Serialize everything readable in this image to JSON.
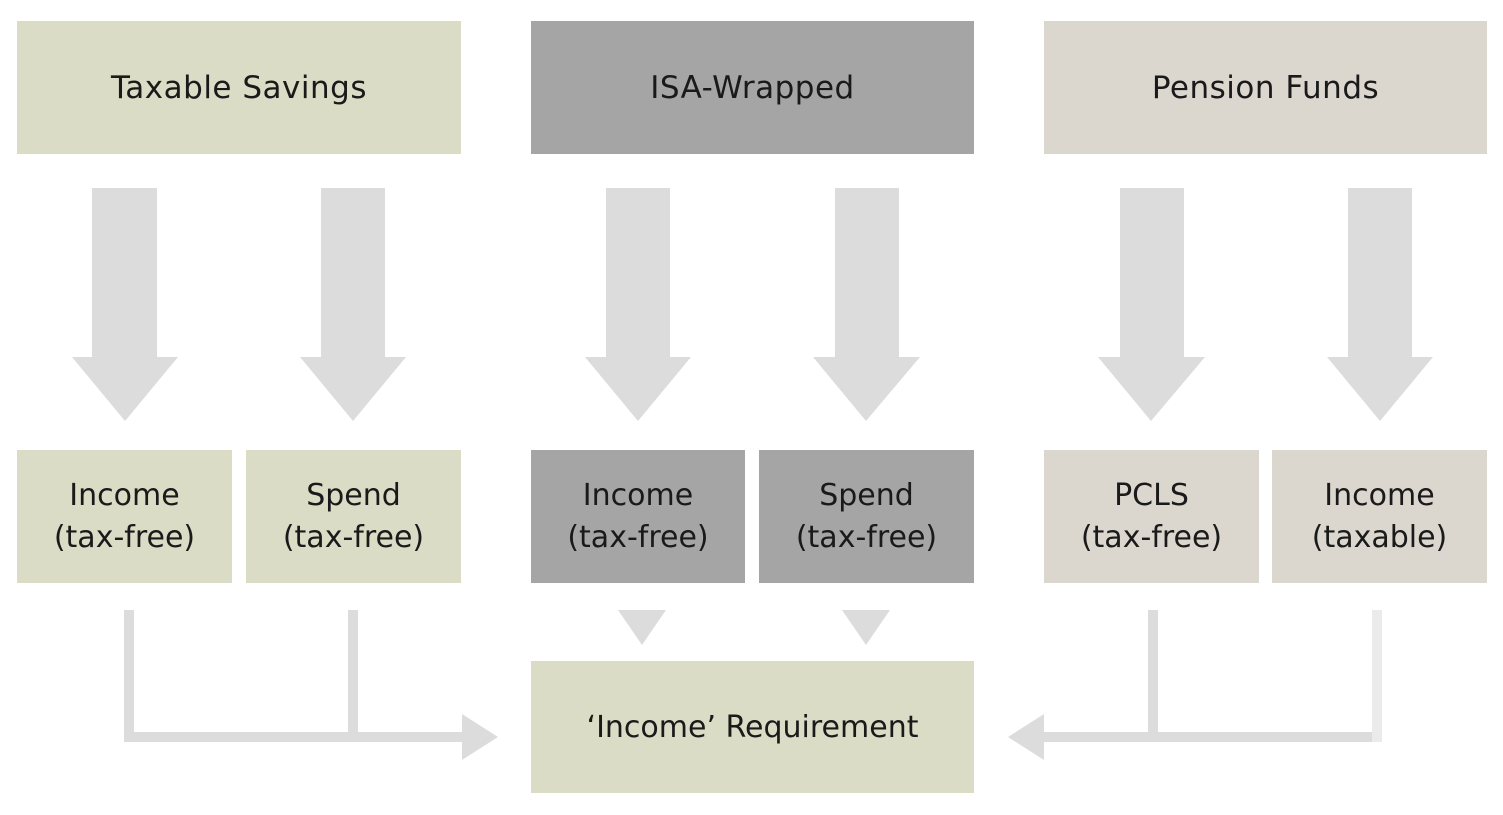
{
  "sources": [
    {
      "label": "Taxable Savings"
    },
    {
      "label": "ISA-Wrapped"
    },
    {
      "label": "Pension Funds"
    }
  ],
  "outputs": [
    {
      "line1": "Income",
      "line2": "(tax-free)"
    },
    {
      "line1": "Spend",
      "line2": "(tax-free)"
    },
    {
      "line1": "Income",
      "line2": "(tax-free)"
    },
    {
      "line1": "Spend",
      "line2": "(tax-free)"
    },
    {
      "line1": "PCLS",
      "line2": "(tax-free)"
    },
    {
      "line1": "Income",
      "line2": "(taxable)"
    }
  ],
  "result": {
    "label": "‘Income’ Requirement"
  },
  "colors": {
    "taxable": "#dadcc5",
    "isa": "#a5a5a5",
    "pension": "#dbd6ce",
    "arrow": "#dcdcdc"
  }
}
